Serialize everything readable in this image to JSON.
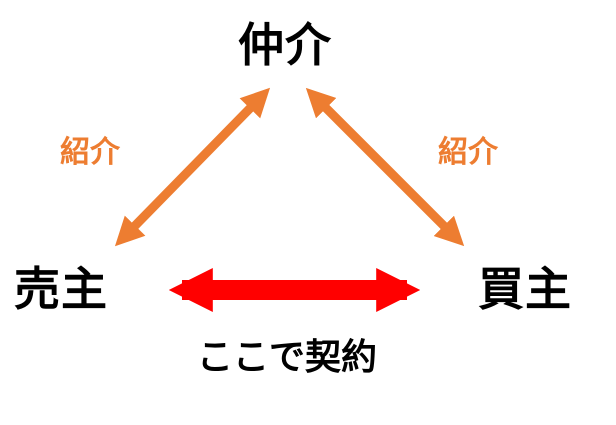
{
  "nodes": {
    "top": "仲介",
    "left": "売主",
    "right": "買主"
  },
  "edges": {
    "left_label": "紹介",
    "right_label": "紹介",
    "bottom_label": "ここで契約"
  },
  "colors": {
    "orange_arrow": "#ED7D31",
    "red_arrow": "#FF0000",
    "text": "#000000"
  }
}
